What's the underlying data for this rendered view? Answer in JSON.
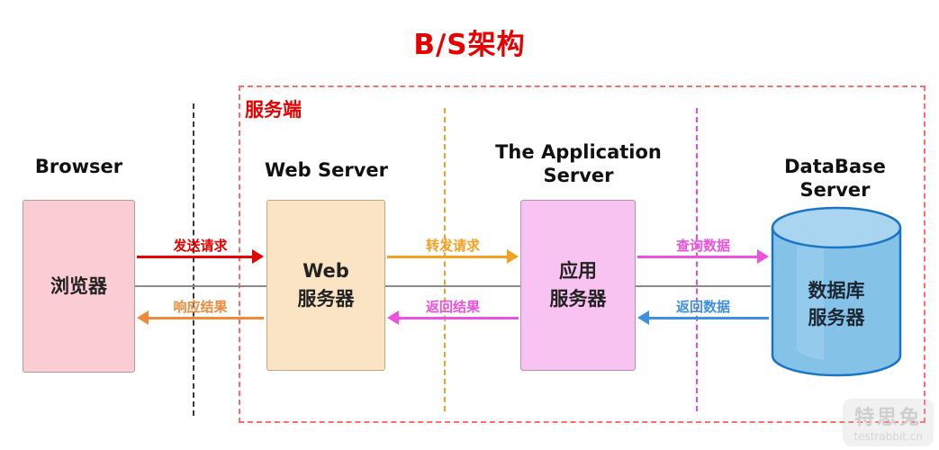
{
  "title": "B/S架构",
  "server_zone": {
    "label": "服务端"
  },
  "nodes": {
    "browser": {
      "label": "Browser",
      "text": "浏览器"
    },
    "web_server": {
      "label": "Web Server",
      "text_line1": "Web",
      "text_line2": "服务器"
    },
    "app_server": {
      "label_line1": "The Application",
      "label_line2": "Server",
      "text_line1": "应用",
      "text_line2": "服务器"
    },
    "db_server": {
      "label": "DataBase Server",
      "text_line1": "数据库",
      "text_line2": "服务器"
    }
  },
  "arrows": {
    "send_request": {
      "label": "发送请求",
      "color": "#e60000",
      "direction": "right"
    },
    "response_result": {
      "label": "响应结果",
      "color": "#f08a3a",
      "direction": "left"
    },
    "forward_request": {
      "label": "转发请求",
      "color": "#f5a020",
      "direction": "right"
    },
    "return_result": {
      "label": "返回结果",
      "color": "#ec52dd",
      "direction": "left"
    },
    "query_data": {
      "label": "查询数据",
      "color": "#ec52dd",
      "direction": "right"
    },
    "return_data": {
      "label": "返回数据",
      "color": "#3f8fe0",
      "direction": "left"
    }
  },
  "watermark": {
    "name": "特思兔",
    "site": "testrabbit.cn"
  },
  "colors": {
    "title": "#e60000",
    "server_zone_border": "#ff6b6b",
    "divider_black": "#3a3a3a",
    "divider_orange": "#f5a020",
    "divider_magenta": "#e84ae0",
    "browser_fill": "#f9cdd3",
    "web_fill": "#fae4c3",
    "app_fill": "#f8c3f1",
    "db_fill": "#85c2e8",
    "db_top_fill": "#a9d5f1",
    "db_stroke": "#1a75c8",
    "connector_gray": "#8a8a8a"
  }
}
